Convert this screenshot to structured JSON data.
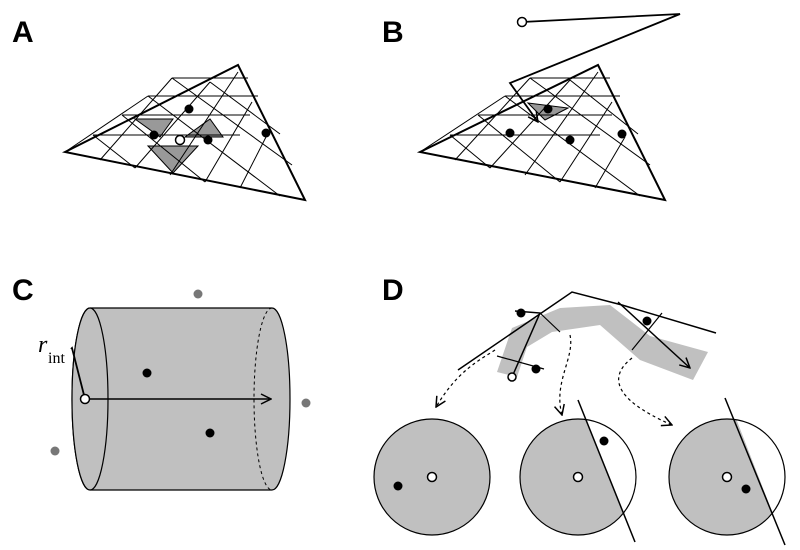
{
  "figure": {
    "panels": [
      {
        "label": "A"
      },
      {
        "label": "B"
      },
      {
        "label": "C"
      },
      {
        "label": "D"
      }
    ],
    "panel_c": {
      "radius_symbol": "r",
      "radius_subscript": "int"
    },
    "colors": {
      "shading": "#c0c0c0",
      "dark_shading": "#999999",
      "outside_point": "#777777",
      "line": "#000000",
      "open_point_fill": "#ffffff"
    }
  }
}
